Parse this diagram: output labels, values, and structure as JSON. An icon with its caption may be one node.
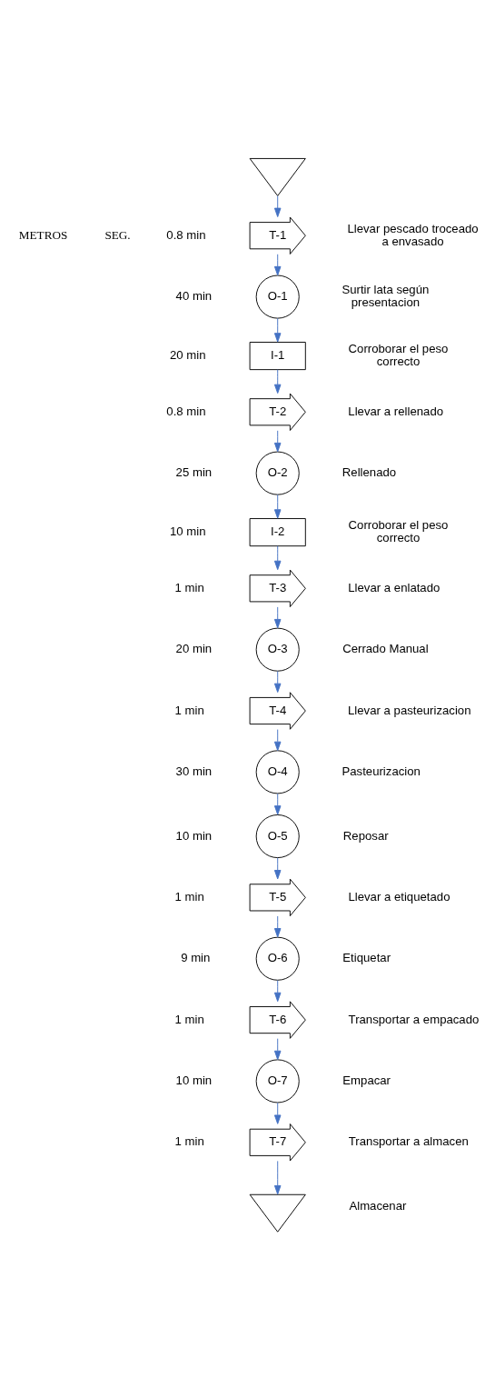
{
  "diagram": {
    "nodes": [
      {
        "text": [],
        "shape": "triangle"
      },
      {
        "text": [
          "T-1"
        ],
        "beside": [
          "0.8 min",
          "Llevar pescado troceado a envasado"
        ]
      },
      {
        "text": [
          "O-1"
        ],
        "beside": [
          "40 min",
          "Surtir lata según presentacion"
        ]
      },
      {
        "text": [
          "I-1"
        ],
        "beside": [
          "20 min",
          "Corroborar el peso correcto"
        ]
      },
      {
        "text": [
          "T-2"
        ],
        "beside": [
          "0.8 min",
          "Llevar a rellenado"
        ]
      },
      {
        "text": [
          "O-2"
        ],
        "beside": [
          "25 min",
          "Rellenado"
        ]
      },
      {
        "text": [
          "I-2"
        ],
        "beside": [
          "10 min",
          "Corroborar el peso correcto"
        ]
      },
      {
        "text": [
          "T-3"
        ],
        "beside": [
          "1 min",
          "Llevar a enlatado"
        ]
      },
      {
        "text": [
          "O-3"
        ],
        "beside": [
          "20 min",
          "Cerrado Manual"
        ]
      },
      {
        "text": [
          "T-4"
        ],
        "beside": [
          "1 min",
          "Llevar a pasteurizacion"
        ]
      },
      {
        "text": [
          "O-4"
        ],
        "beside": [
          "30 min",
          "Pasteurizacion"
        ]
      },
      {
        "text": [
          "O-5"
        ],
        "beside": [
          "10 min",
          "Reposar"
        ]
      },
      {
        "text": [
          "T-5"
        ],
        "beside": [
          "1 min",
          "Llevar a etiquetado"
        ]
      },
      {
        "text": [
          "O-6"
        ],
        "beside": [
          "9 min",
          "Etiquetar"
        ]
      },
      {
        "text": [
          "T-6"
        ],
        "beside": [
          "1 min",
          "Transportar a empacado"
        ]
      },
      {
        "text": [
          "O-7"
        ],
        "beside": [
          "10 min",
          "Empacar"
        ]
      },
      {
        "text": [
          "T-7"
        ],
        "beside": [
          "1 min",
          "Transportar a almacen"
        ]
      },
      {
        "text": [],
        "shape": "triangle",
        "beside": [
          "Almacenar"
        ]
      }
    ],
    "edges": [
      {
        "from": 0,
        "to": 1,
        "arrow": "to"
      },
      {
        "from": 1,
        "to": 2,
        "arrow": "to"
      },
      {
        "from": 2,
        "to": 3,
        "arrow": "to"
      },
      {
        "from": 3,
        "to": 4,
        "arrow": "to"
      },
      {
        "from": 4,
        "to": 5,
        "arrow": "to"
      },
      {
        "from": 5,
        "to": 6,
        "arrow": "to"
      },
      {
        "from": 6,
        "to": 7,
        "arrow": "to"
      },
      {
        "from": 7,
        "to": 8,
        "arrow": "to"
      },
      {
        "from": 8,
        "to": 9,
        "arrow": "to"
      },
      {
        "from": 9,
        "to": 10,
        "arrow": "to"
      },
      {
        "from": 10,
        "to": 11,
        "arrow": "to"
      },
      {
        "from": 11,
        "to": 12,
        "arrow": "to"
      },
      {
        "from": 12,
        "to": 13,
        "arrow": "to"
      },
      {
        "from": 13,
        "to": 14,
        "arrow": "to"
      },
      {
        "from": 14,
        "to": 15,
        "arrow": "to"
      },
      {
        "from": 15,
        "to": 16,
        "arrow": "to"
      },
      {
        "from": 16,
        "to": 17,
        "arrow": "to"
      }
    ],
    "labels": [
      "METROS",
      "SEG."
    ]
  }
}
